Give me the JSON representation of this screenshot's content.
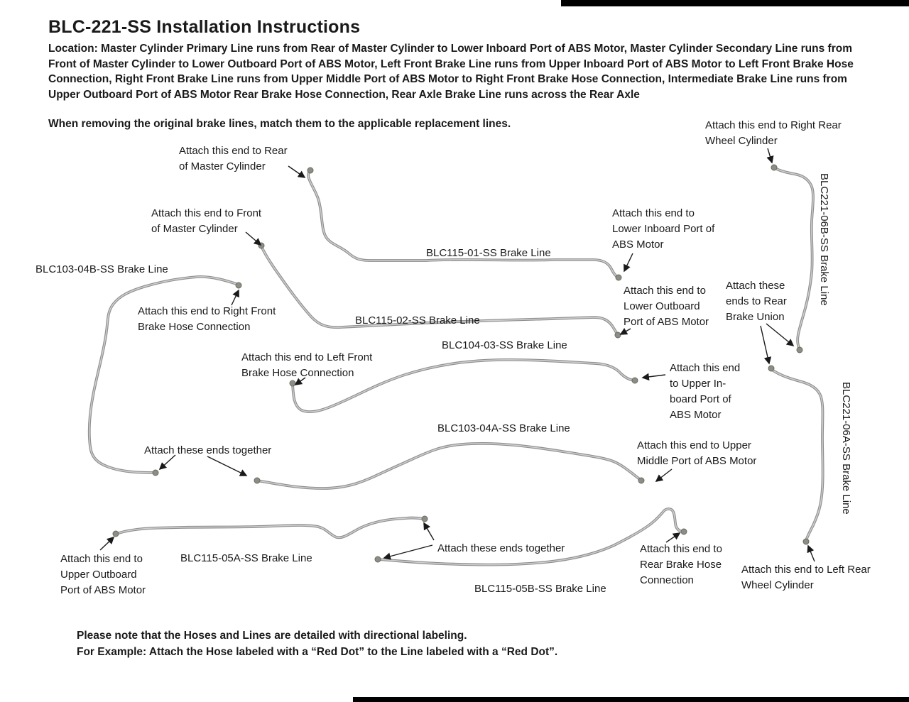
{
  "title": "BLC-221-SS Installation Instructions",
  "location": "Location: Master Cylinder Primary Line runs from Rear of Master Cylinder to Lower Inboard Port of ABS Motor, Master Cylinder Secondary Line runs from Front of Master Cylinder to Lower Outboard Port of ABS Motor, Left Front Brake Line runs from Upper Inboard Port of ABS Motor to Left Front Brake Hose Connection, Right Front Brake Line runs from Upper Middle Port of ABS Motor to Right Front Brake Hose Connection, Intermediate Brake Line runs from Upper Outboard Port of ABS Motor Rear Brake Hose Connection, Rear Axle Brake Line runs across the Rear Axle",
  "match_note": "When removing the original brake lines, match them to the applicable replacement lines.",
  "callouts": {
    "rear_master": "Attach this end to Rear\nof Master Cylinder",
    "right_rear_wheel": "Attach this end to Right Rear\nWheel Cylinder",
    "front_master": "Attach this end to Front\nof Master Cylinder",
    "lower_inboard": "Attach this end to\nLower Inboard Port of\nABS Motor",
    "right_front_hose": "Attach this end to Right Front\nBrake Hose Connection",
    "lower_outboard": "Attach this end to\nLower Outboard\nPort of ABS Motor",
    "rear_union": "Attach these\nends to Rear\nBrake Union",
    "left_front_hose": "Attach this end to Left Front\nBrake Hose Connection",
    "upper_inboard": "Attach this end\nto Upper In-\nboard Port of\nABS Motor",
    "ends_together_left": "Attach these ends together",
    "upper_middle": "Attach this end to Upper\nMiddle Port of ABS Motor",
    "upper_outboard": "Attach this end to\nUpper Outboard\nPort of ABS Motor",
    "ends_together_mid": "Attach these ends together",
    "rear_brake_hose": "Attach this end to\nRear Brake Hose\nConnection",
    "left_rear_wheel": "Attach this end to Left Rear\nWheel Cylinder"
  },
  "line_labels": {
    "blc115_01": "BLC115-01-SS Brake Line",
    "blc103_04b": "BLC103-04B-SS Brake Line",
    "blc115_02": "BLC115-02-SS Brake Line",
    "blc104_03": "BLC104-03-SS Brake Line",
    "blc103_04a": "BLC103-04A-SS Brake Line",
    "blc115_05a": "BLC115-05A-SS Brake Line",
    "blc115_05b": "BLC115-05B-SS Brake Line",
    "blc221_06b": "BLC221-06B-SS Brake Line",
    "blc221_06a": "BLC221-06A-SS Brake Line"
  },
  "footer": "Please note that the Hoses and Lines are detailed with directional labeling.\nFor Example: Attach the Hose labeled with a “Red Dot” to the Line labeled with a “Red Dot”.",
  "colors": {
    "line_gray": "#8f8f8f",
    "fitting_gray": "#8d8d85",
    "text": "#1a1a1a"
  }
}
